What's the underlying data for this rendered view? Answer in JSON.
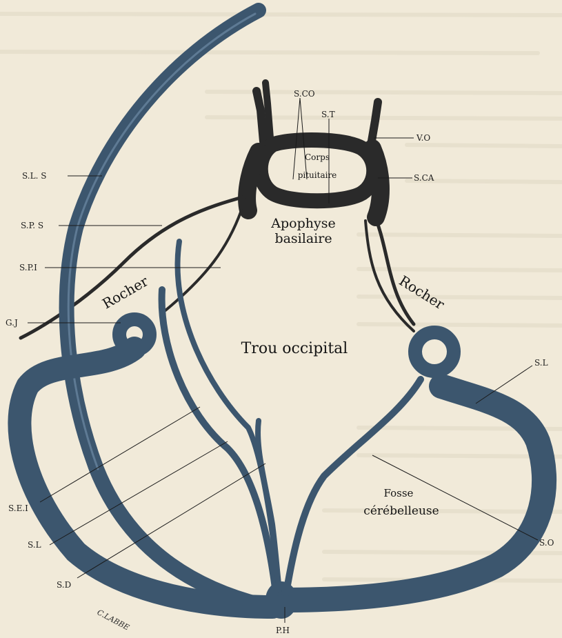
{
  "labels": {
    "sco": "S.CO",
    "st": "S.T",
    "vo": "V.O",
    "sca": "S.CA",
    "sls": "S.L. S",
    "sps": "S.P. S",
    "spi": "S.P.I",
    "gj": "G.J",
    "sl_right": "S.L",
    "sei": "S.E.I",
    "sl_left": "S.L",
    "sd": "S.D",
    "so": "S.O",
    "ph": "P.H"
  },
  "regions": {
    "corps_line1": "Corps",
    "corps_line2": "pituitaire",
    "apophyse_line1": "Apophyse",
    "apophyse_line2": "basilaire",
    "rocher_left": "Rocher",
    "rocher_right": "Rocher",
    "trou_occipital": "Trou occipital",
    "fosse_line1": "Fosse",
    "fosse_line2": "cérébelleuse"
  },
  "signature": "C.LABBE",
  "colors": {
    "paper": "#f1ead9",
    "vein": "#3c566e",
    "ink": "#1c1c1c"
  }
}
